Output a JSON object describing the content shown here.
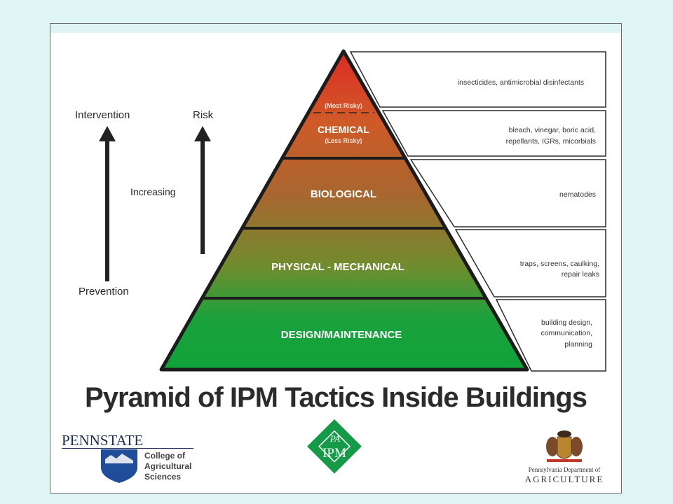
{
  "left_labels": {
    "intervention": "Intervention",
    "risk": "Risk",
    "increasing": "Increasing",
    "prevention": "Prevention"
  },
  "pyramid": {
    "most_risky": "(Most Risky)",
    "less_risky": "(Less Risky)",
    "tiers": [
      {
        "label": "CHEMICAL",
        "description_lines": [
          "bleach, vinegar, boric acid,",
          "repellants, IGRs, micorbials"
        ]
      },
      {
        "label": "BIOLOGICAL",
        "description_lines": [
          "nematodes"
        ]
      },
      {
        "label": "PHYSICAL - MECHANICAL",
        "description_lines": [
          "traps, screens, caulking,",
          "repair leaks"
        ]
      },
      {
        "label": "DESIGN/MAINTENANCE",
        "description_lines": [
          "building design,",
          "communication,",
          "planning"
        ]
      }
    ],
    "top_description": "insecticides, antimicrobial disinfectants"
  },
  "title": "Pyramid of IPM Tactics Inside Buildings",
  "logos": {
    "pennstate_word": "PENNSTATE",
    "pennstate_college": [
      "College of",
      "Agricultural",
      "Sciences"
    ],
    "pa_ipm_script": "PA",
    "pa_ipm_word": "IPM",
    "pda_line1": "Pennsylvania Department of",
    "pda_line2": "AGRICULTURE"
  },
  "colors": {
    "tier_top": "#dc2a22",
    "tier_chemical": "#cf5a28",
    "tier_biological": "#a9662f",
    "tier_physical": "#6f8d2e",
    "tier_design": "#1aa13c",
    "ipm_green": "#159a48",
    "psu_blue": "#1f4d99"
  }
}
